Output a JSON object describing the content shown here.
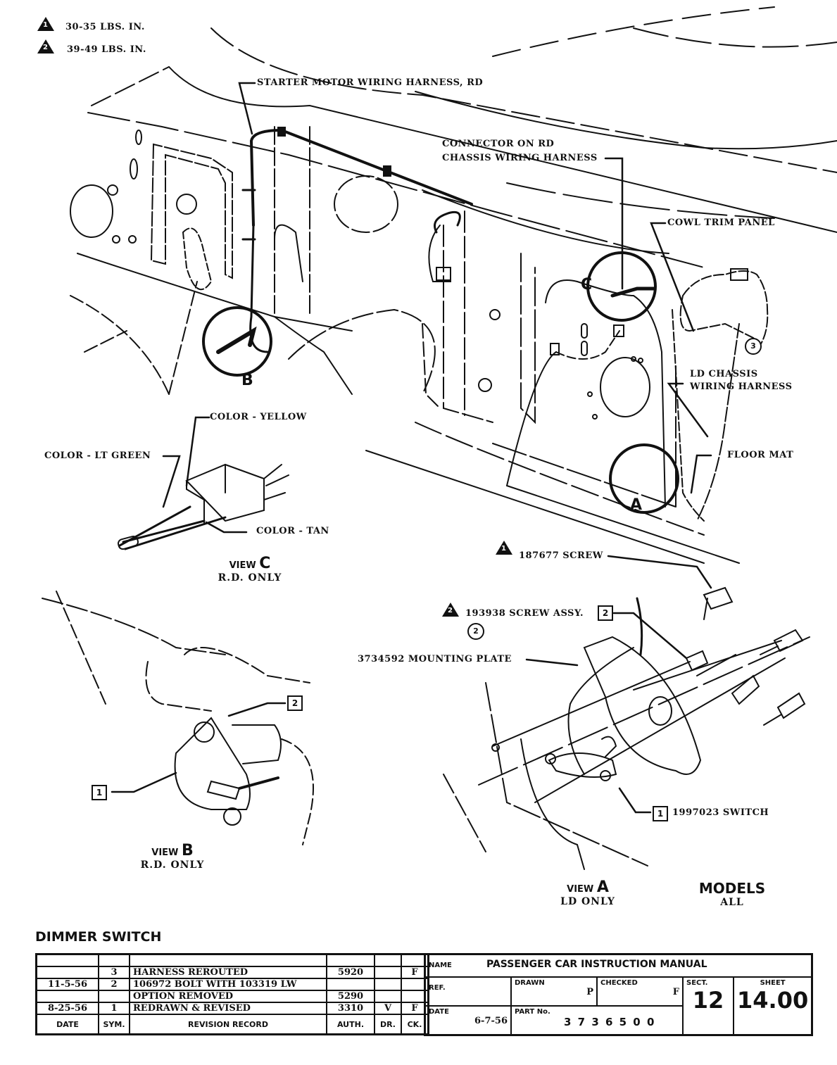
{
  "legend": [
    {
      "symbol": "triangle-1",
      "symbol_text": "1",
      "label": "30-35 LBS. IN."
    },
    {
      "symbol": "triangle-2",
      "symbol_text": "2",
      "label": "39-49 LBS. IN."
    }
  ],
  "callouts": {
    "starter_harness": "STARTER MOTOR WIRING HARNESS, RD",
    "connector_line1": "CONNECTOR ON RD",
    "connector_line2": "CHASSIS WIRING HARNESS",
    "cowl_trim": "COWL TRIM PANEL",
    "ld_harness_line1": "LD CHASSIS",
    "ld_harness_line2": "WIRING HARNESS",
    "floor_mat": "FLOOR MAT",
    "color_yellow": "COLOR - YELLOW",
    "color_lt_green": "COLOR - LT GREEN",
    "color_tan": "COLOR - TAN",
    "screw_187677": "187677 SCREW",
    "screw_assy": "193938 SCREW ASSY.",
    "mounting_plate": "3734592 MOUNTING PLATE",
    "switch": "1997023 SWITCH"
  },
  "markers": {
    "circle_b": "B",
    "circle_c": "C",
    "circle_a": "A",
    "circled_3": "3",
    "circled_2": "2",
    "box_1": "1",
    "box_2": "2",
    "tri_1": "1",
    "tri_2": "2"
  },
  "views": {
    "c": {
      "prefix": "VIEW",
      "letter": "C",
      "note": "R.D. ONLY"
    },
    "b": {
      "prefix": "VIEW",
      "letter": "B",
      "note": "R.D. ONLY"
    },
    "a": {
      "prefix": "VIEW",
      "letter": "A",
      "note": "LD ONLY"
    }
  },
  "models": {
    "label": "MODELS",
    "value": "ALL"
  },
  "title": "DIMMER SWITCH",
  "revision_table": {
    "headers": [
      "DATE",
      "SYM.",
      "REVISION RECORD",
      "AUTH.",
      "DR.",
      "CK."
    ],
    "rows": [
      [
        "",
        "",
        "",
        "",
        "",
        ""
      ],
      [
        "",
        "3",
        "HARNESS REROUTED",
        "5920",
        "",
        "F"
      ],
      [
        "11-5-56",
        "2",
        "106972 BOLT WITH 103319 LW",
        "",
        "",
        ""
      ],
      [
        "",
        "",
        "OPTION REMOVED",
        "5290",
        "",
        ""
      ],
      [
        "8-25-56",
        "1",
        "REDRAWN & REVISED",
        "3310",
        "V",
        "F"
      ]
    ]
  },
  "title_block": {
    "name_label": "NAME",
    "name_value": "PASSENGER CAR INSTRUCTION MANUAL",
    "ref_label": "REF.",
    "drawn_label": "DRAWN",
    "drawn_value": "P",
    "checked_label": "CHECKED",
    "checked_value": "F",
    "sect_label": "SECT.",
    "sect_value": "12",
    "sheet_label": "SHEET",
    "sheet_value": "14.00",
    "date_label": "DATE",
    "date_value": "6-7-56",
    "part_label": "PART No.",
    "part_value": "3 7 3 6 5 0 0"
  }
}
